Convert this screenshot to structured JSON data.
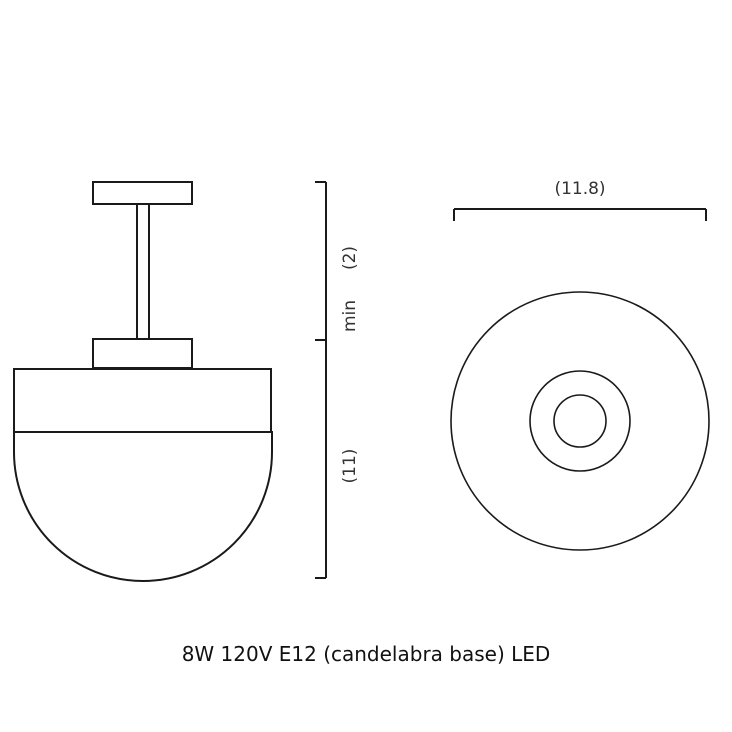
{
  "side_view": {
    "dimensions": {
      "stem_label": "(2)",
      "stem_min_label": "min",
      "body_height_label": "(11)"
    }
  },
  "top_view": {
    "dimensions": {
      "diameter_label": "(11.8)"
    }
  },
  "caption": "8W 120V E12 (candelabra base) LED",
  "colors": {
    "line": "#1a1a1a",
    "background": "#ffffff"
  }
}
